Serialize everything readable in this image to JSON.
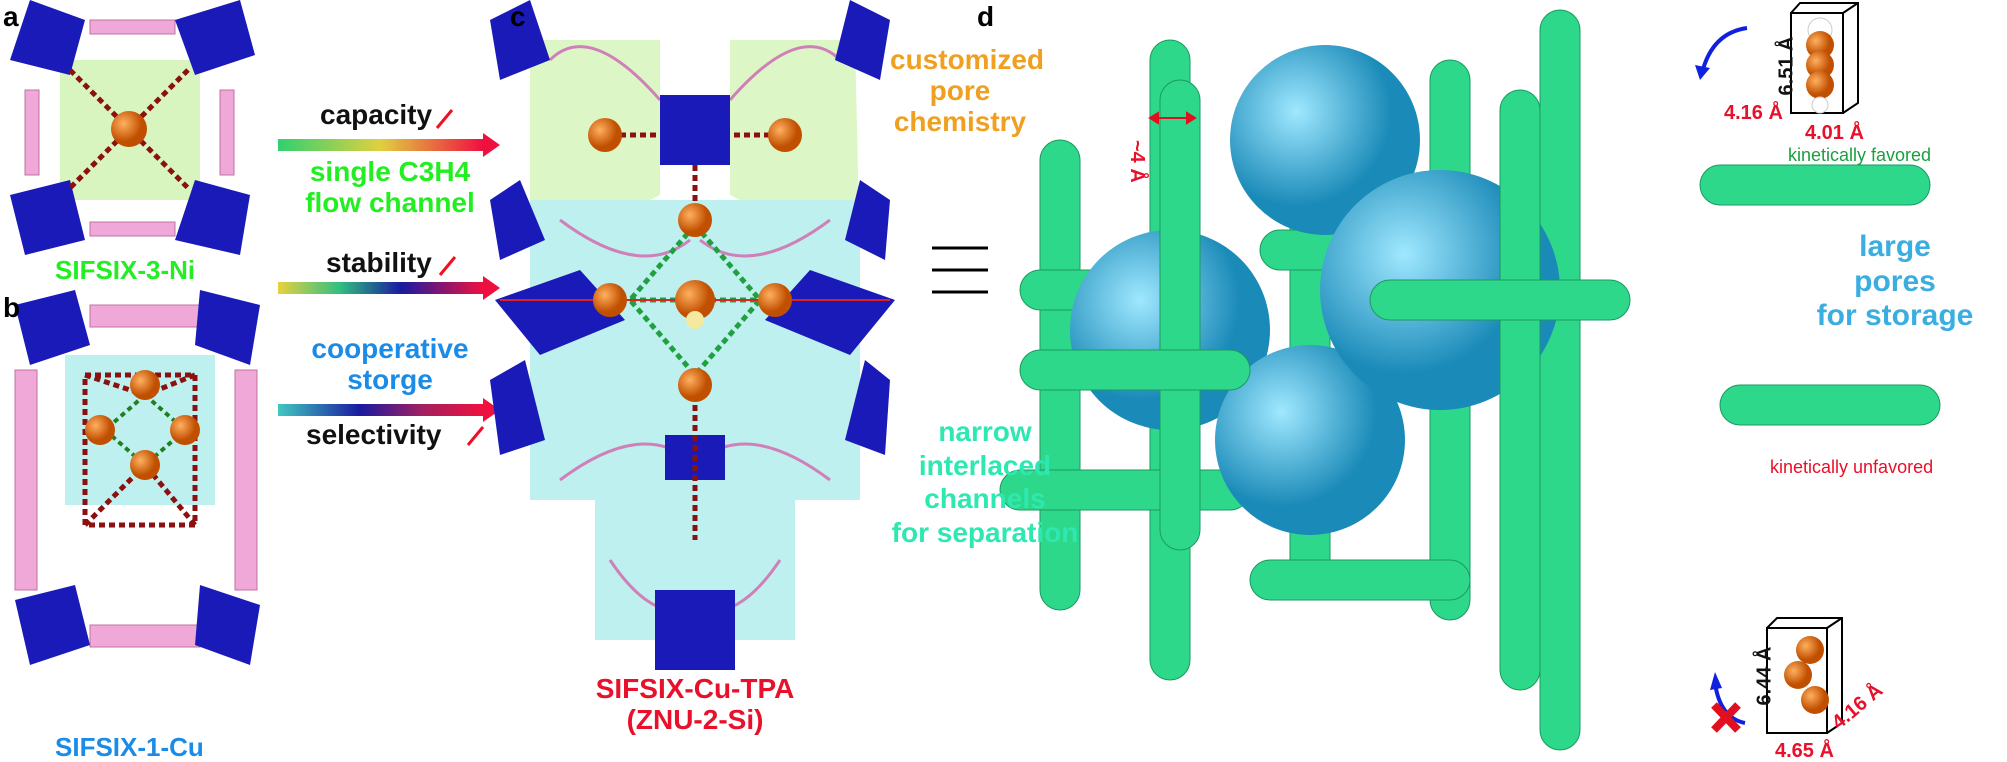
{
  "panels": {
    "a": "a",
    "b": "b",
    "c": "c",
    "d": "d"
  },
  "panel_a": {
    "title": "SIFSIX-3-Ni"
  },
  "panel_b": {
    "title": "SIFSIX-1-Cu"
  },
  "arrows": [
    {
      "above": "capacity",
      "below_line1": "single C3H4",
      "below_line2": "flow channel"
    },
    {
      "above": "stability"
    },
    {
      "above_line1": "cooperative",
      "above_line2": "storge",
      "below": "selectivity"
    }
  ],
  "panel_c": {
    "title_line1": "SIFSIX-Cu-TPA",
    "title_line2": "(ZNU-2-Si)"
  },
  "customized": {
    "line1": "customized",
    "line2": "pore",
    "line3": "chemistry"
  },
  "equiv_symbol": "≡",
  "panel_d": {
    "pore_width": "~4 Å",
    "large_pores": {
      "line1": "large",
      "line2": "pores",
      "line3": "for storage"
    },
    "narrow_channels": {
      "line1": "narrow",
      "line2": "interlaced",
      "line3": "channels",
      "line4": "for separation"
    },
    "favored": {
      "label": "kinetically favored",
      "dim_height": "6.51 Å",
      "dim_depth": "4.16 Å",
      "dim_width": "4.01 Å"
    },
    "unfavored": {
      "label": "kinetically unfavored",
      "dim_height": "6.44 Å",
      "dim_width": "4.65 Å",
      "dim_depth": "4.16 Å"
    }
  },
  "colors": {
    "octahedron": "#1a1ab8",
    "linker": "#f0a8d8",
    "sphere": "#e8700a",
    "channel_green": "#d8f5c0",
    "channel_cyan": "#bff0f0",
    "rod": "#2ed88a",
    "pore_sphere": "#30b0e0",
    "red": "#e8102a",
    "green_text": "#22ee22",
    "blue_text": "#1a8ce8",
    "orange_text": "#f0a020",
    "teal_text": "#2de8b0",
    "pore_text": "#3aaee0"
  }
}
